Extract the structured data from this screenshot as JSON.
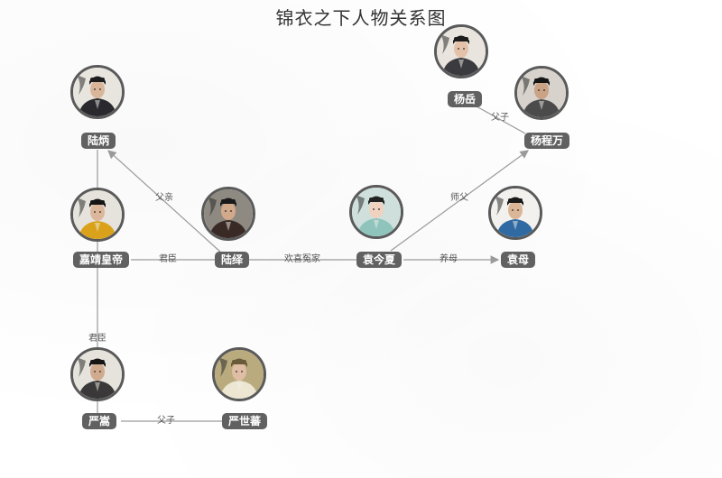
{
  "title": "锦衣之下人物关系图",
  "colors": {
    "edge": "#9a9a9a",
    "tag_bg": "#616161",
    "avatar_border": "#5a5a5a"
  },
  "nodes": [
    {
      "id": "lubing",
      "name": "陆炳",
      "icon": "portrait-lubing-icon",
      "palette": {
        "bg": "#e8e4de",
        "robe": "#2a2a2e",
        "skin": "#d9b59a",
        "hat": "#1d1d20"
      }
    },
    {
      "id": "jiajing",
      "name": "嘉靖皇帝",
      "icon": "portrait-jiajing-icon",
      "palette": {
        "bg": "#e6e2dc",
        "robe": "#d9a21a",
        "skin": "#dcb79b",
        "hat": "#151515"
      }
    },
    {
      "id": "luyi",
      "name": "陆绎",
      "icon": "portrait-luyi-icon",
      "palette": {
        "bg": "#8e8a82",
        "robe": "#3a2a26",
        "skin": "#d3a98c",
        "hat": "#1a1a1a"
      }
    },
    {
      "id": "yuanjinxia",
      "name": "袁今夏",
      "icon": "portrait-yuanjinxia-icon",
      "palette": {
        "bg": "#cfe0dc",
        "robe": "#8fc4bc",
        "skin": "#efd2bf",
        "hat": "#222222"
      }
    },
    {
      "id": "yuanmu",
      "name": "袁母",
      "icon": "portrait-yuanmu-icon",
      "palette": {
        "bg": "#f2f1ee",
        "robe": "#2f6aa3",
        "skin": "#dab596",
        "hat": "#1a1a1a"
      }
    },
    {
      "id": "yangyue",
      "name": "杨岳",
      "icon": "portrait-yangyue-icon",
      "palette": {
        "bg": "#e9e4dd",
        "robe": "#3a3a3f",
        "skin": "#e4c2aa",
        "hat": "#1d1d1d"
      }
    },
    {
      "id": "yangchengwan",
      "name": "杨程万",
      "icon": "portrait-yangchengwan-icon",
      "palette": {
        "bg": "#d7d3cc",
        "robe": "#4b4b4b",
        "skin": "#caa285",
        "hat": "#151515"
      }
    },
    {
      "id": "yansong",
      "name": "严嵩",
      "icon": "portrait-yansong-icon",
      "palette": {
        "bg": "#e6e2dc",
        "robe": "#3a3838",
        "skin": "#d1ab8f",
        "hat": "#151515"
      }
    },
    {
      "id": "yanshifan",
      "name": "严世蕃",
      "icon": "portrait-yanshifan-icon",
      "palette": {
        "bg": "#b9ab7e",
        "robe": "#ece6d2",
        "skin": "#e0bea5",
        "hat": "#6a5a3a"
      }
    }
  ],
  "edges": [
    {
      "from": "luyi",
      "to": "lubing",
      "label": "父亲",
      "arrow": true
    },
    {
      "from": "jiajing",
      "to": "lubing",
      "label": "",
      "arrow": false
    },
    {
      "from": "luyi",
      "to": "jiajing",
      "label": "君臣",
      "arrow": false
    },
    {
      "from": "luyi",
      "to": "yuanjinxia",
      "label": "欢喜冤家",
      "arrow": false
    },
    {
      "from": "yuanjinxia",
      "to": "yuanmu",
      "label": "养母",
      "arrow": true
    },
    {
      "from": "yuanjinxia",
      "to": "yangchengwan",
      "label": "师父",
      "arrow": true
    },
    {
      "from": "yangyue",
      "to": "yangchengwan",
      "label": "父子",
      "arrow": false
    },
    {
      "from": "jiajing",
      "to": "yansong",
      "label": "君臣",
      "arrow": false
    },
    {
      "from": "yansong",
      "to": "yanshifan",
      "label": "父子",
      "arrow": false
    }
  ]
}
